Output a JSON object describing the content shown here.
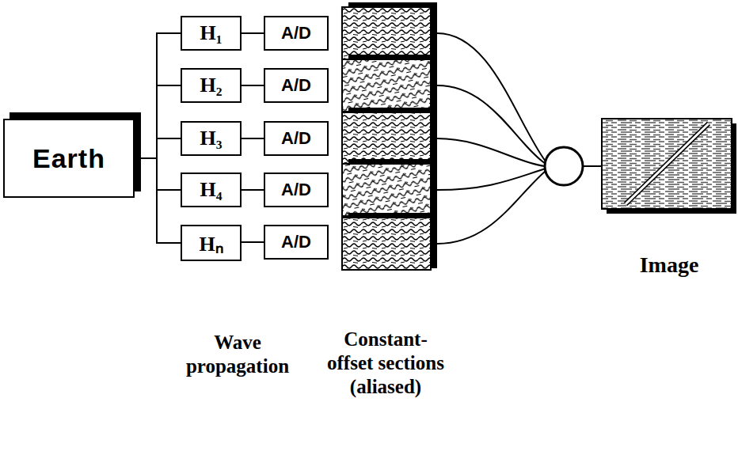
{
  "diagram": {
    "nodes": [
      {
        "text": [
          "Earth"
        ]
      },
      {
        "text": [
          "H₁"
        ]
      },
      {
        "text": [
          "A/D"
        ]
      },
      {
        "text": [
          "H₂"
        ]
      },
      {
        "text": [
          "A/D"
        ]
      },
      {
        "text": [
          "H₃"
        ]
      },
      {
        "text": [
          "A/D"
        ]
      },
      {
        "text": [
          "H₄"
        ]
      },
      {
        "text": [
          "A/D"
        ]
      },
      {
        "text": [
          "Hₙ"
        ]
      },
      {
        "text": [
          "A/D"
        ]
      }
    ],
    "edges": [
      {
        "from": 0,
        "to": 1,
        "arrow": "none"
      },
      {
        "from": 0,
        "to": 3,
        "arrow": "none"
      },
      {
        "from": 0,
        "to": 5,
        "arrow": "none"
      },
      {
        "from": 0,
        "to": 7,
        "arrow": "none"
      },
      {
        "from": 0,
        "to": 9,
        "arrow": "none"
      },
      {
        "from": 1,
        "to": 2,
        "arrow": "none"
      },
      {
        "from": 3,
        "to": 4,
        "arrow": "none"
      },
      {
        "from": 5,
        "to": 6,
        "arrow": "none"
      },
      {
        "from": 7,
        "to": 8,
        "arrow": "none"
      },
      {
        "from": 9,
        "to": 10,
        "arrow": "none"
      }
    ],
    "labels": [
      "Wave propagation",
      "Constant-offset sections (aliased)",
      "Image"
    ]
  }
}
